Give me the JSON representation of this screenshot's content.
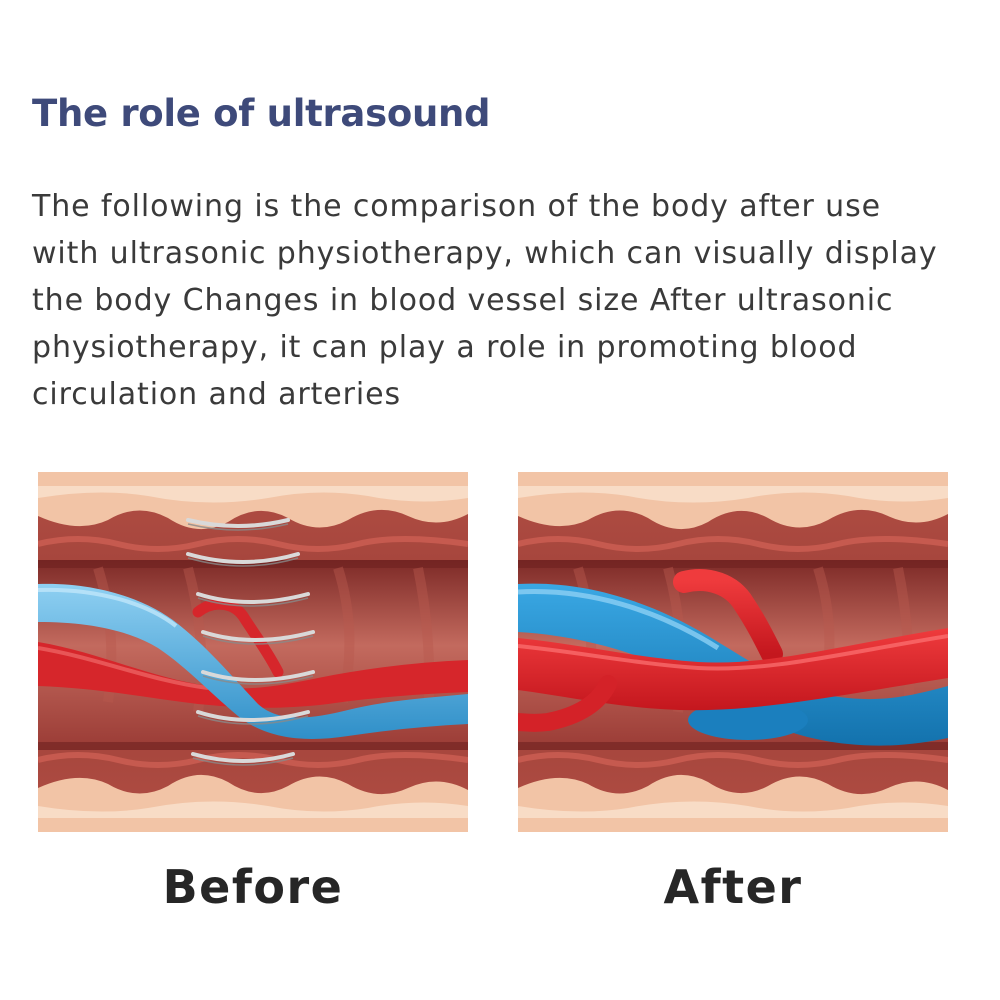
{
  "heading": "The role of ultrasound",
  "description": {
    "lines": [
      "The following is the comparison of the body after use",
      "with ultrasonic physiotherapy, which can visually display",
      "the body Changes in blood vessel size After ultrasonic",
      "physiotherapy, it can play a role in promoting blood",
      "circulation and arteries"
    ]
  },
  "panels": {
    "before": {
      "caption": "Before"
    },
    "after": {
      "caption": "After"
    }
  },
  "colors": {
    "heading": "#3e4a7a",
    "body_text": "#3a3a3a",
    "caption_text": "#262626",
    "tissue": "#a9463e",
    "skin": "#f3c9ab",
    "artery": "#d9242b",
    "vein": "#1f8fd0"
  }
}
